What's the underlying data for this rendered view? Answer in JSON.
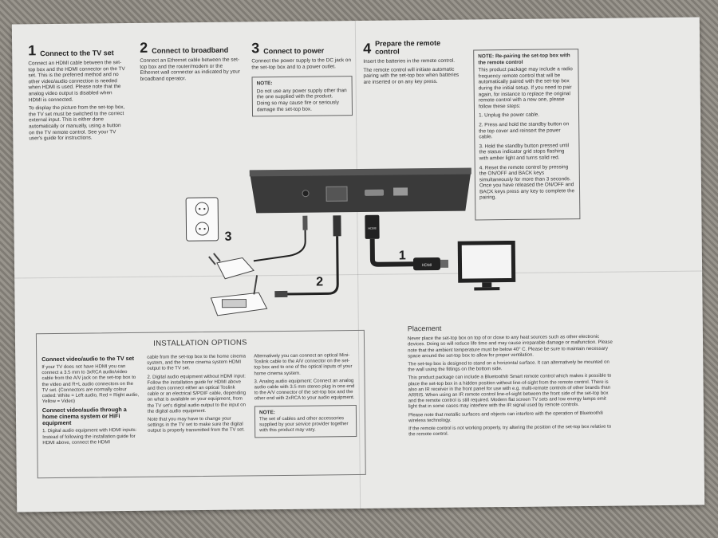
{
  "steps": [
    {
      "num": "1",
      "title": "Connect to the TV set",
      "body": [
        "Connect an HDMI cable between the set-top box and the HDMI connector on the TV set. This is the preferred method and no other video/audio connection is needed when HDMI is used. Please note that the analog video output is disabled when HDMI is connected.",
        "To display the picture from the set-top box, the TV set must be switched to the correct external input. This is either done automatically or manually, using a button on the TV remote control. See your TV user's guide for instructions."
      ]
    },
    {
      "num": "2",
      "title": "Connect to broadband",
      "body": [
        "Connect an Ethernet cable between the set-top box and the router/modem or the Ethernet wall connector as indicated by your broadband operator."
      ]
    },
    {
      "num": "3",
      "title": "Connect to power",
      "body": [
        "Connect the power supply to the DC jack on the set-top box and to a power outlet."
      ],
      "note_title": "NOTE:",
      "note": "Do not use any power supply other than the one supplied with the product. Doing so may cause fire or seriously damage the set-top box."
    },
    {
      "num": "4",
      "title": "Prepare the remote control",
      "body": [
        "Insert the batteries in the remote control.",
        "The remote control will initiate automatic pairing with the set-top box when batteries are inserted or on any key press."
      ]
    }
  ],
  "repair_note": {
    "title": "NOTE: Re-pairing the set-top box with the remote control",
    "intro": "This product package may include a radio frequency remote control that will be automatically paired with the set-top box during the initial setup. If you need to pair again, for instance to replace the original remote control with a new one, please follow these steps:",
    "items": [
      "1. Unplug the power cable.",
      "2. Press and hold the standby button on the top cover and reinsert the power cable.",
      "3. Hold the standby button pressed until the status indicator grid stops flashing with amber light and turns solid red.",
      "4. Reset the remote control by pressing the ON/OFF and BACK keys simultaneously for more than 3 seconds. Once you have released the ON/OFF and BACK keys press any key to complete the pairing."
    ]
  },
  "diagram_labels": {
    "hdmi": "1",
    "ethernet": "2",
    "power": "3",
    "hdmi_plug": "HDMI",
    "hdmi_plug_2": "HDMI"
  },
  "installation": {
    "title": "INSTALLATION OPTIONS",
    "col1_h1": "Connect video/audio to the TV set",
    "col1_p1": "If your TV does not have HDMI you can connect a 3.5 mm to 3xRCA audio/video cable from the A/V jack on the set-top box to the video and R+L audio connectors on the TV set. (Connectors are normally colour coded: White = Left audio, Red = Right audio, Yellow = Video)",
    "col1_h2": "Connect video/audio through a home cinema system or HiFi equipment",
    "col1_p2": "1. Digital audio equipment with HDMI inputs: Instead of following the installation guide for HDMI above, connect the HDMI",
    "col2_p1": "cable from the set-top box to the home cinema system, and the home cinema system HDMI output to the TV set.",
    "col2_p2": "2. Digital audio equipment without HDMI input: Follow the installation guide for HDMI above and then connect either an optical Toslink cable or an electrical S/PDIF cable, depending on what is available on your equipment, from the TV set's digital audio output to the input on the digital audio equipment.",
    "col2_p3": "Note that you may have to change your settings in the TV set to make sure the digital output is properly transmitted from the TV set.",
    "col3_p1": "Alternatively you can connect an optical Mini-Toslink cable to the A/V connector on the set-top box and to one of the optical inputs of your home cinema system.",
    "col3_p2": "3. Analog audio equipment: Connect an analog audio cable with 3.5 mm stereo plug in one end to the A/V connector of the set-top box and the other end with 2xRCA to your audio equipment.",
    "col3_note_title": "NOTE:",
    "col3_note": "The set of cables and other accessories supplied by your service provider together with this product may vary."
  },
  "placement": {
    "title": "Placement",
    "paragraphs": [
      "Never place the set-top box on top of or close to any heat sources such as other electronic devices. Doing so will reduce life time and may cause irreparable damage or malfunction. Please note that the ambient temperature must be below 40° C. Please be sure to maintain necessary space around the set-top box to allow for proper ventilation.",
      "The set-top box is designed to stand on a horizontal surface. It can alternatively be mounted on the wall using the fittings on the bottom side.",
      "This product package can include a Bluetooth® Smart remote control which makes it possible to place the set-top box in a hidden position without line-of-sight from the remote control. There is also an IR receiver in the front panel for use with e.g. multi-remote controls of other brands than ARRIS. When using an IR remote control line-of-sight between the front side of the set-top box and the remote control is still required. Modern flat screen TV sets and low energy lamps emit light that in some cases may interfere with the IR signal used by remote controls.",
      "Please note that metallic surfaces and objects can interfere with the operation of Bluetooth® wireless technology.",
      "If the remote control is not working properly, try altering the position of the set-top box relative to the remote control."
    ]
  }
}
